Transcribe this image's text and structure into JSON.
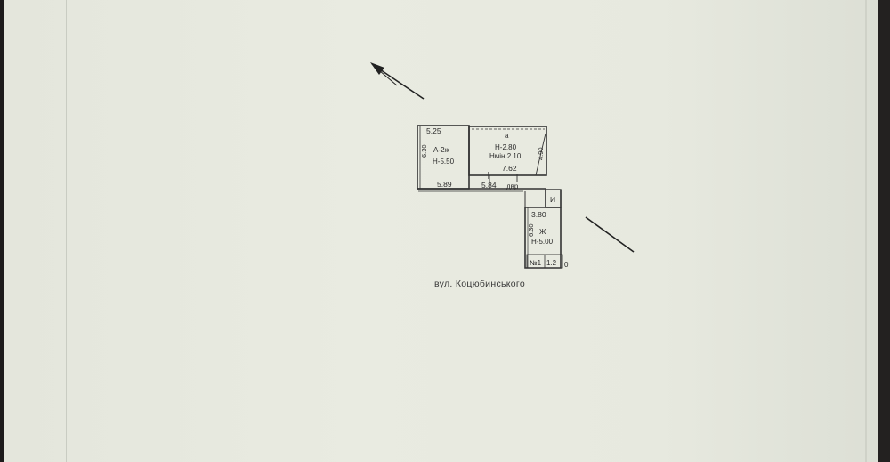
{
  "plan": {
    "room_a_left": {
      "top_dim": "5.25",
      "side_dim": "6.30",
      "label": "А-2ж",
      "height": "Н-5.50",
      "bottom_dim": "5.89"
    },
    "room_a": {
      "label": "а",
      "height": "Н-2.80",
      "height_min": "Нмін 2.10",
      "bottom_dim": "7.62",
      "side_dim": "4.90"
    },
    "door_dim": "5.84",
    "door_label": "двр",
    "small_room": {
      "label": "И"
    },
    "room_zh": {
      "top_dim": "3.80",
      "side_dim": "6.30",
      "label": "Ж",
      "height": "Н-5.00"
    },
    "porch": {
      "label": "№1",
      "dim": "1.2"
    },
    "porch_suffix": "0",
    "street": "вул. Коцюбинського"
  }
}
